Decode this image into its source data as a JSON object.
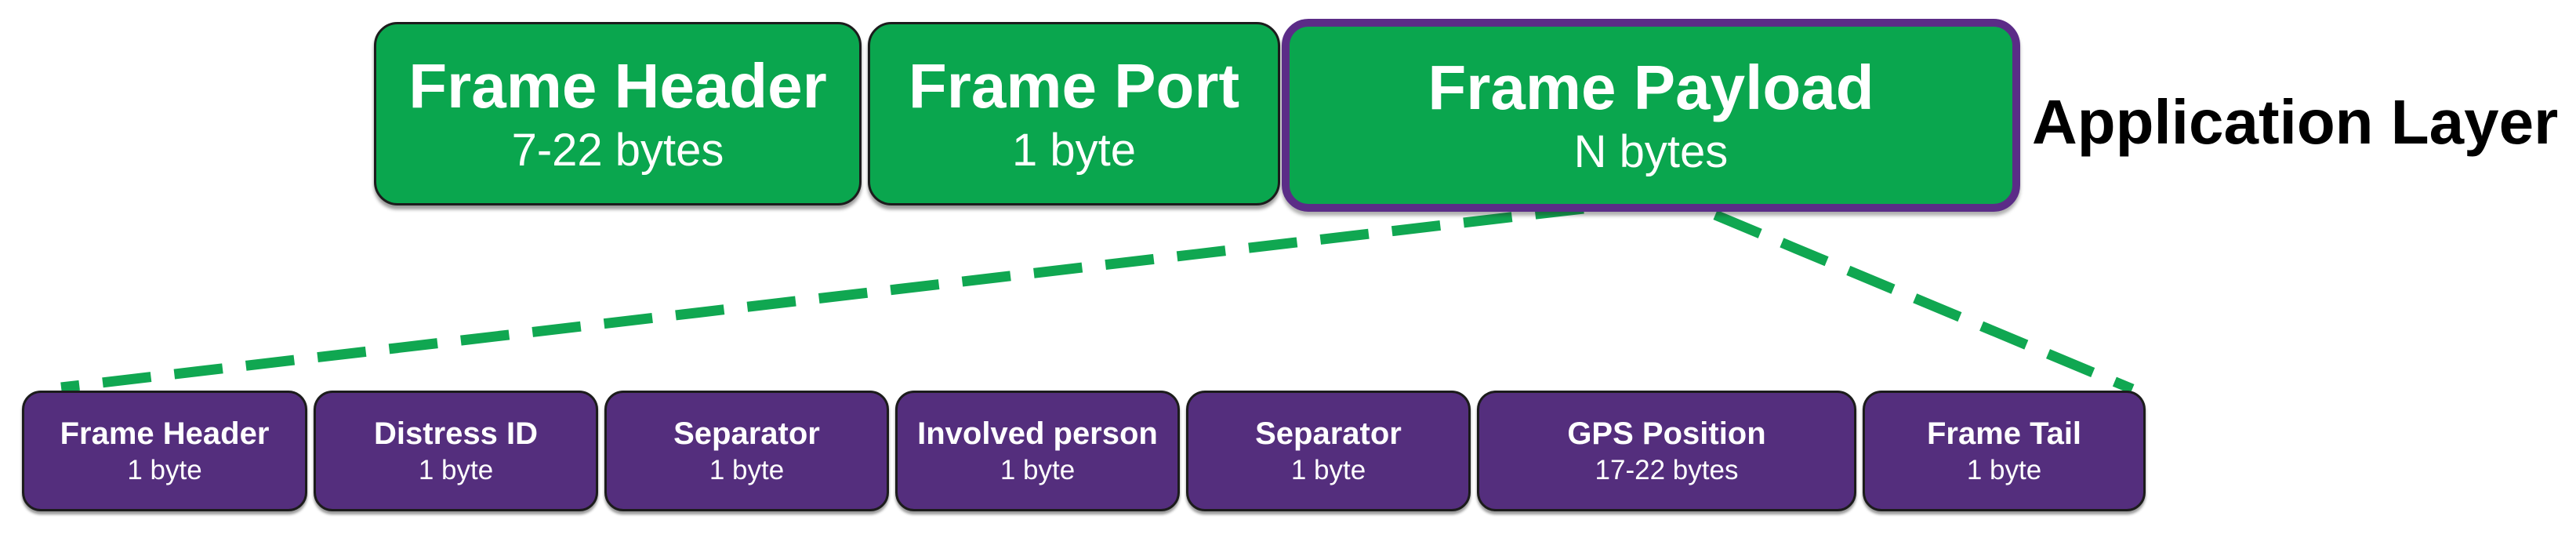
{
  "diagram": {
    "layer_label": "Application Layer",
    "top_row": [
      {
        "name": "Frame Header",
        "size": "7-22 bytes",
        "highlighted": false
      },
      {
        "name": "Frame Port",
        "size": "1 byte",
        "highlighted": false
      },
      {
        "name": "Frame Payload",
        "size": "N bytes",
        "highlighted": true
      }
    ],
    "payload_fields": [
      {
        "name": "Frame Header",
        "size": "1 byte"
      },
      {
        "name": "Distress ID",
        "size": "1 byte"
      },
      {
        "name": "Separator",
        "size": "1 byte"
      },
      {
        "name": "Involved person",
        "size": "1 byte"
      },
      {
        "name": "Separator",
        "size": "1 byte"
      },
      {
        "name": "GPS Position",
        "size": "17-22 bytes"
      },
      {
        "name": "Frame Tail",
        "size": "1 byte"
      }
    ],
    "colors": {
      "box_green": "#0aa64e",
      "dash_green": "#10a751",
      "field_purple": "#542e7d",
      "highlight_border_purple": "#5b2c87",
      "box_outline": "#1c1c1c",
      "text_light": "#ffffff",
      "text_dark": "#000000",
      "background": "#ffffff"
    }
  }
}
